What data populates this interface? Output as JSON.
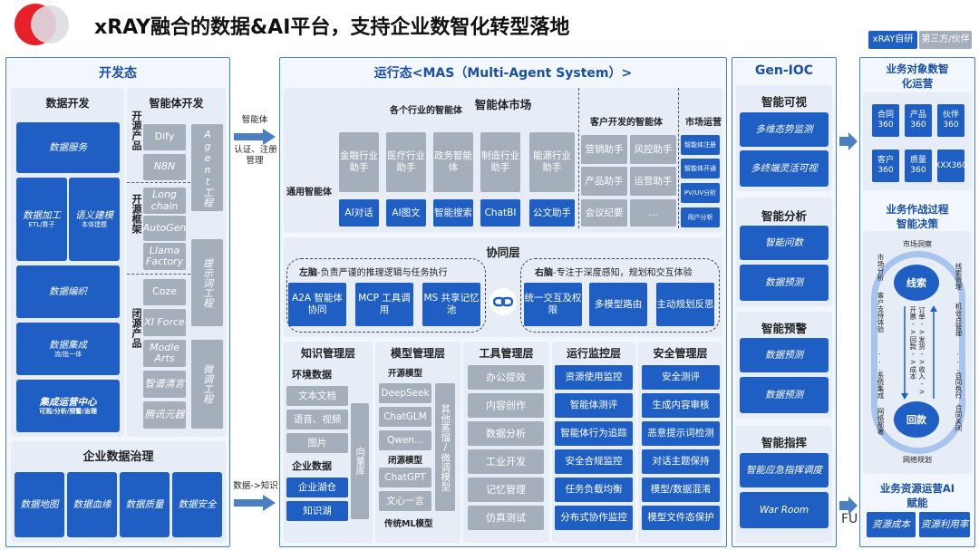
{
  "header": {
    "title": "xRAY融合的数据&AI平台，支持企业数智化转型落地"
  },
  "legend": {
    "own": "xRAY自研",
    "third": "第三方/伙伴"
  },
  "dev": {
    "title": "开发态",
    "data_dev": {
      "title": "数据开发",
      "items": [
        "数据服务",
        "数据加工",
        "ETL/算子",
        "语义建模",
        "本体建模",
        "数据编织",
        "数据集成",
        "流/批一体",
        "集成运营中心",
        "可观/分析/预警/治理"
      ]
    },
    "agent_dev": {
      "title": "智能体开发",
      "open_products": "开源产品",
      "open_frameworks": "开源框架",
      "closed_products": "闭源产品",
      "items": [
        "Dify",
        "N8N",
        "Long chain",
        "AutoGen",
        "Llama Factory",
        "Coze",
        "XI Force",
        "Modle Arts",
        "智谱清言",
        "腾讯元器"
      ],
      "agent_eng": "Agent工程",
      "prompt_eng": "提示词工程",
      "micro_eng": "微调工程"
    },
    "gov": {
      "title": "企业数据治理",
      "items": [
        "数据地图",
        "数据血缘",
        "数据质量",
        "数据安全"
      ]
    }
  },
  "arrows": {
    "a1": "智能体",
    "a2": "认证、注册",
    "a3": "管理",
    "a4": "数据->知识"
  },
  "run": {
    "title": "运行态<MAS（Multi-Agent System）>",
    "market": {
      "title": "智能体市场",
      "industry": "各个行业的智能体",
      "customer": "客户开发的智能体",
      "ops": "市场运营",
      "general": "通用智能体",
      "industry_items": [
        "金融行业助手",
        "医疗行业助手",
        "政务智能体",
        "制造行业助手",
        "能源行业助手"
      ],
      "general_items": [
        "AI对话",
        "AI图文",
        "智能搜索",
        "ChatBI",
        "公文助手"
      ],
      "customer_items": [
        "营销助手",
        "风控助手",
        "产品助手",
        "运营助手",
        "会议纪要",
        "..."
      ],
      "ops_items": [
        "智能体注册",
        "智能体开通",
        "PV/UV分析",
        "用户分析"
      ]
    },
    "collab": {
      "title": "协同层",
      "left": {
        "head": "左脑",
        "desc": "-负责严谨的推理逻辑与任务执行",
        "items": [
          "A2A 智能体协同",
          "MCP 工具调用",
          "MS 共享记忆池"
        ]
      },
      "right": {
        "head": "右脑",
        "desc": "-专注于深度感知，规划和交互体验",
        "items": [
          "统一交互及权限",
          "多模型路由",
          "主动规划反思"
        ]
      }
    },
    "knowledge": {
      "title": "知识管理层",
      "env": "环境数据",
      "env_items": [
        "文本文档",
        "语音、视频",
        "图片"
      ],
      "ent": "企业数据",
      "ent_items": [
        "企业湖仓",
        "知识湖"
      ],
      "vec": "向量库"
    },
    "model": {
      "title": "模型管理层",
      "open": "开源模型",
      "open_items": [
        "DeepSeek",
        "ChatGLM",
        "Qwen..."
      ],
      "closed": "闭源模型",
      "closed_items": [
        "ChatGPT",
        "文心一言"
      ],
      "ml": "传统ML模型",
      "other": "其他蒸馏/微调模型"
    },
    "tool": {
      "title": "工具管理层",
      "items": [
        "办公提效",
        "内容创作",
        "数据分析",
        "工业开发",
        "记忆管理",
        "仿真测试"
      ]
    },
    "monitor": {
      "title": "运行监控层",
      "items": [
        "资源使用监控",
        "智能体测评",
        "智能体行为追踪",
        "安全合规监控",
        "任务负载均衡",
        "分布式协作监控"
      ]
    },
    "security": {
      "title": "安全管理层",
      "items": [
        "安全测评",
        "生成内容审核",
        "恶意提示词检测",
        "对话主题保持",
        "模型/数据混淆",
        "模型文件态保护"
      ]
    }
  },
  "ioc": {
    "title": "Gen-IOC",
    "sections": [
      {
        "title": "智能可视",
        "items": [
          "多维态势监测",
          "多终端灵活可视"
        ]
      },
      {
        "title": "智能分析",
        "items": [
          "智能问数",
          "数据预测"
        ]
      },
      {
        "title": "智能预警",
        "items": [
          "数据预测",
          "数据预测"
        ]
      },
      {
        "title": "智能指挥",
        "items": [
          "智能应急指挥调度",
          "War Room"
        ]
      }
    ]
  },
  "biz": {
    "obj_title": "业务对象数智化运营",
    "obj_items": [
      "合同360",
      "产品360",
      "伙伴360",
      "客户360",
      "质量360",
      "XXX360"
    ],
    "proc_title": "业务作战过程智能决策",
    "cycle": {
      "top": "市场洞察",
      "bottom": "网络规划",
      "lead": "线索",
      "payment": "回款",
      "center": "订单->发货->收入->开票->回款->成本",
      "left1": "市场分析",
      "left2": "客户支持体验",
      "left3": "......",
      "left4": "系统集成",
      "left5": "网络部署",
      "right1": "线索管理",
      "right2": "机会点管理",
      "right3": "......",
      "right4": "合同执行",
      "right5": "合同关闭"
    },
    "res_title": "业务资源运营AI赋能",
    "res_items": [
      "资源成本",
      "资源利用率"
    ],
    "fu": "FU"
  },
  "colors": {
    "blue": "#1f5fc4",
    "gray": "#a5aebb",
    "border": "#4a7fc1",
    "title": "#1a4fa3"
  }
}
